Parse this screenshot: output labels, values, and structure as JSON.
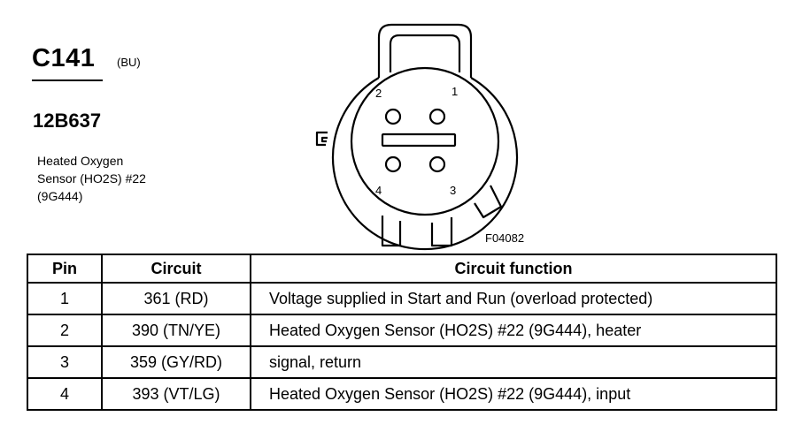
{
  "connector": {
    "id": "C141",
    "color": "(BU)",
    "part_number": "12B637",
    "component_lines": [
      "Heated Oxygen",
      "Sensor (HO2S) #22",
      "(9G444)"
    ],
    "figure_id": "F04082"
  },
  "diagram": {
    "pin_labels": [
      "1",
      "2",
      "3",
      "4"
    ]
  },
  "table": {
    "headers": [
      "Pin",
      "Circuit",
      "Circuit function"
    ],
    "rows": [
      {
        "pin": "1",
        "circuit": "361 (RD)",
        "function": "Voltage supplied in Start and Run (overload protected)"
      },
      {
        "pin": "2",
        "circuit": "390 (TN/YE)",
        "function": "Heated Oxygen Sensor (HO2S) #22 (9G444), heater"
      },
      {
        "pin": "3",
        "circuit": "359 (GY/RD)",
        "function": "signal, return"
      },
      {
        "pin": "4",
        "circuit": "393 (VT/LG)",
        "function": "Heated Oxygen Sensor (HO2S) #22 (9G444), input"
      }
    ]
  }
}
